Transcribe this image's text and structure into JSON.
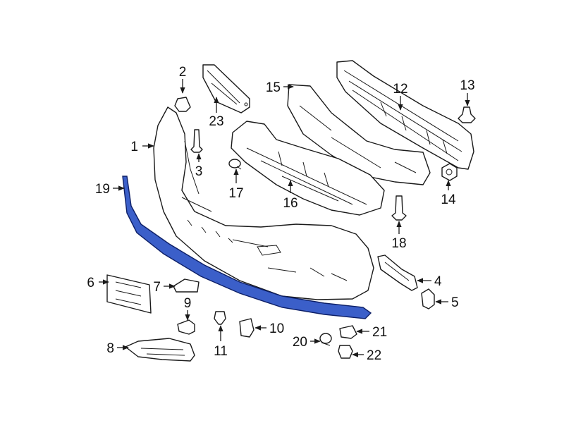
{
  "colors": {
    "highlight": "#3b5fc9",
    "highlight_stroke": "#0d1f66",
    "line": "#1a1a1a"
  },
  "callouts": [
    {
      "id": "c1",
      "label": "1"
    },
    {
      "id": "c2",
      "label": "2"
    },
    {
      "id": "c3",
      "label": "3"
    },
    {
      "id": "c4",
      "label": "4"
    },
    {
      "id": "c5",
      "label": "5"
    },
    {
      "id": "c6",
      "label": "6"
    },
    {
      "id": "c7",
      "label": "7"
    },
    {
      "id": "c8",
      "label": "8"
    },
    {
      "id": "c9",
      "label": "9"
    },
    {
      "id": "c10",
      "label": "10"
    },
    {
      "id": "c11",
      "label": "11"
    },
    {
      "id": "c12",
      "label": "12"
    },
    {
      "id": "c13",
      "label": "13"
    },
    {
      "id": "c14",
      "label": "14"
    },
    {
      "id": "c15",
      "label": "15"
    },
    {
      "id": "c16",
      "label": "16"
    },
    {
      "id": "c17",
      "label": "17"
    },
    {
      "id": "c18",
      "label": "18"
    },
    {
      "id": "c19",
      "label": "19"
    },
    {
      "id": "c20",
      "label": "20"
    },
    {
      "id": "c21",
      "label": "21"
    },
    {
      "id": "c22",
      "label": "22"
    },
    {
      "id": "c23",
      "label": "23"
    }
  ]
}
